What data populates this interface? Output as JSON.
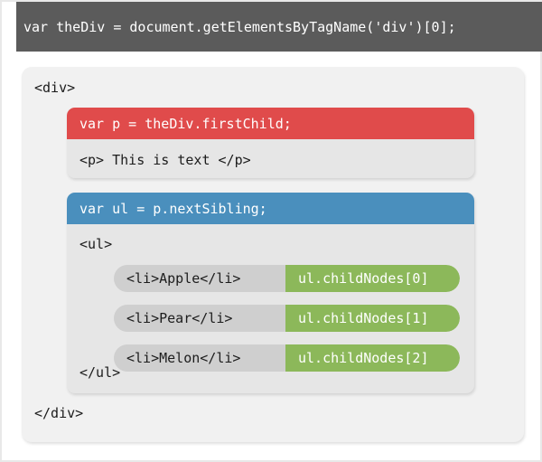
{
  "topbar": {
    "code": "var theDiv = document.getElementsByTagName('div')[0];",
    "bg_color": "#5b5b5b",
    "text_color": "#ffffff"
  },
  "card": {
    "open_tag": "<div>",
    "close_tag": "</div>",
    "bg_color": "#f1f1f1"
  },
  "p_block": {
    "header_code": "var p = theDiv.firstChild;",
    "header_color": "#e04b4b",
    "body_text": "<p> This is text </p>",
    "body_color": "#e6e6e6"
  },
  "ul_block": {
    "header_code": "var ul = p.nextSibling;",
    "header_color": "#4a8fbd",
    "open_tag": "<ul>",
    "close_tag": "</ul>",
    "body_color": "#e6e6e6",
    "tag_pill_color": "#cfcfcf",
    "node_pill_color": "#8cb85a",
    "items": [
      {
        "tag": "<li>Apple</li>",
        "node": "ul.childNodes[0]"
      },
      {
        "tag": "<li>Pear</li>",
        "node": "ul.childNodes[1]"
      },
      {
        "tag": "<li>Melon</li>",
        "node": "ul.childNodes[2]"
      }
    ]
  }
}
